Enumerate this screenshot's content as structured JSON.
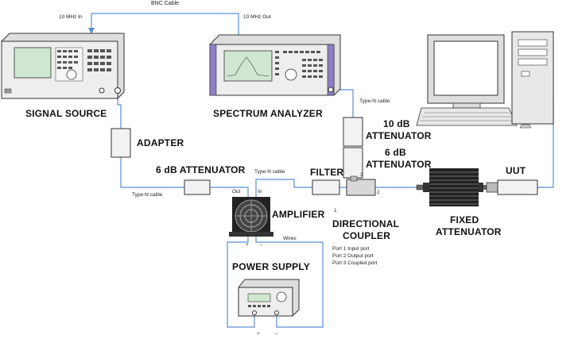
{
  "title": "",
  "labels": {
    "bnc_cable": "BNC Cable",
    "ten_mhz_in": "10 MHz In",
    "ten_mhz_out": "10 MHz Out",
    "signal_source": "SIGNAL SOURCE",
    "spectrum_analyzer": "SPECTRUM ANALYZER",
    "adapter": "ADAPTER",
    "attenuator_6db_main": "6 dB ATTENUATOR",
    "type_n_cable_left": "Type-N cable",
    "type_n_cable_mid": "Type-N cable",
    "type_n_cable_sa": "Type-N cable",
    "filter": "FILTER",
    "att_10db_line1": "10 dB",
    "att_10db_line2": "ATTENUATOR",
    "att_6db_line1": "6 dB",
    "att_6db_line2": "ATTENUATOR",
    "uut": "UUT",
    "fixed_attenuator_line1": "FIXED",
    "fixed_attenuator_line2": "ATTENUATOR",
    "amplifier": "AMPLIFIER",
    "out": "Out",
    "in": "In",
    "wires": "Wires",
    "plus": "+",
    "minus": "–",
    "power_supply": "POWER SUPPLY",
    "port_1": "1",
    "port_2": "2",
    "port_3": "3",
    "directional_line1": "DIRECTIONAL",
    "directional_line2": "COUPLER",
    "port_legend_1": "Port 1 Input port",
    "port_legend_2": "Port 2 Output port",
    "port_legend_3": "Port 3 Coupled port"
  },
  "colors": {
    "cable": "#5a8ed6",
    "instrument_body": "#e8e8e8",
    "instrument_screen": "#cfe7d0",
    "analyzer_accent": "#8e7fc4"
  }
}
